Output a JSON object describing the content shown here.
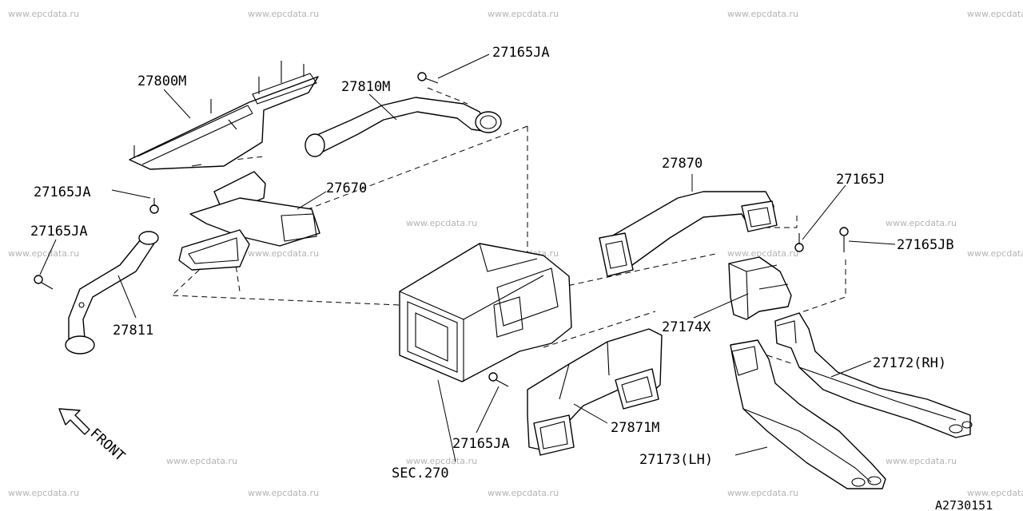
{
  "watermark": "www.epcdata.ru",
  "labels": {
    "p27800M": "27800M",
    "p27810M": "27810M",
    "p27165JA_top": "27165JA",
    "p27165JA_left": "27165JA",
    "p27165JA_left2": "27165JA",
    "p27165JA_bottom": "27165JA",
    "p27670": "27670",
    "p27811": "27811",
    "p27870": "27870",
    "p27165J": "27165J",
    "p27165JB": "27165JB",
    "p27174X": "27174X",
    "p27172RH": "27172(RH)",
    "p27871M": "27871M",
    "p27173LH": "27173(LH)",
    "sec270": "SEC.270",
    "front": "FRONT",
    "ref": "A2730151"
  }
}
